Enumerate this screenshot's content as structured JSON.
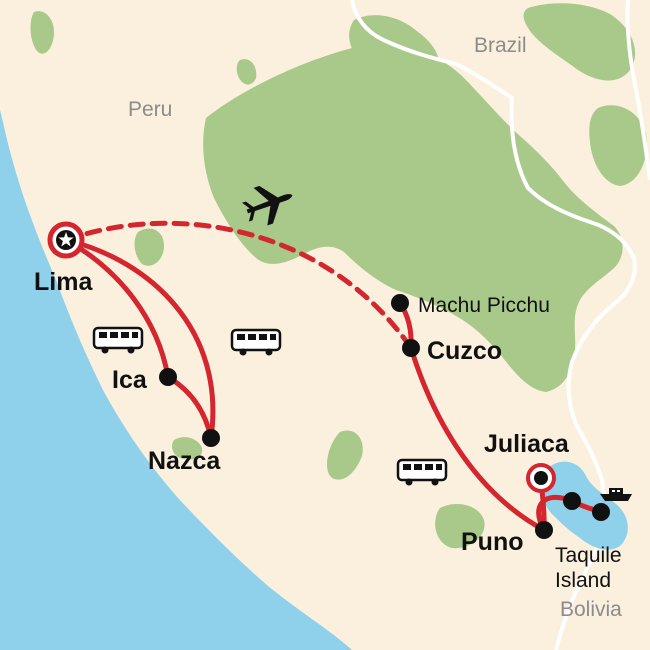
{
  "colors": {
    "ocean": "#8fd0ea",
    "land": "#fbf0dd",
    "forest": "#a9c98b",
    "border": "#ffffff",
    "route": "#d3262e",
    "lake": "#8fd0ea",
    "marker": "#111111",
    "label": "#111111",
    "country_label": "#8c8c8c"
  },
  "countries": {
    "peru": "Peru",
    "brazil": "Brazil",
    "bolivia": "Bolivia"
  },
  "cities": {
    "lima": "Lima",
    "ica": "Ica",
    "nazca": "Nazca",
    "machu_picchu": "Machu Picchu",
    "cuzco": "Cuzco",
    "juliaca": "Juliaca",
    "puno": "Puno",
    "taquile_line1": "Taquile",
    "taquile_line2": "Island"
  },
  "icons": {
    "start": "star-marker-icon",
    "transport": [
      "bus-icon",
      "airplane-icon",
      "boat-icon"
    ]
  }
}
